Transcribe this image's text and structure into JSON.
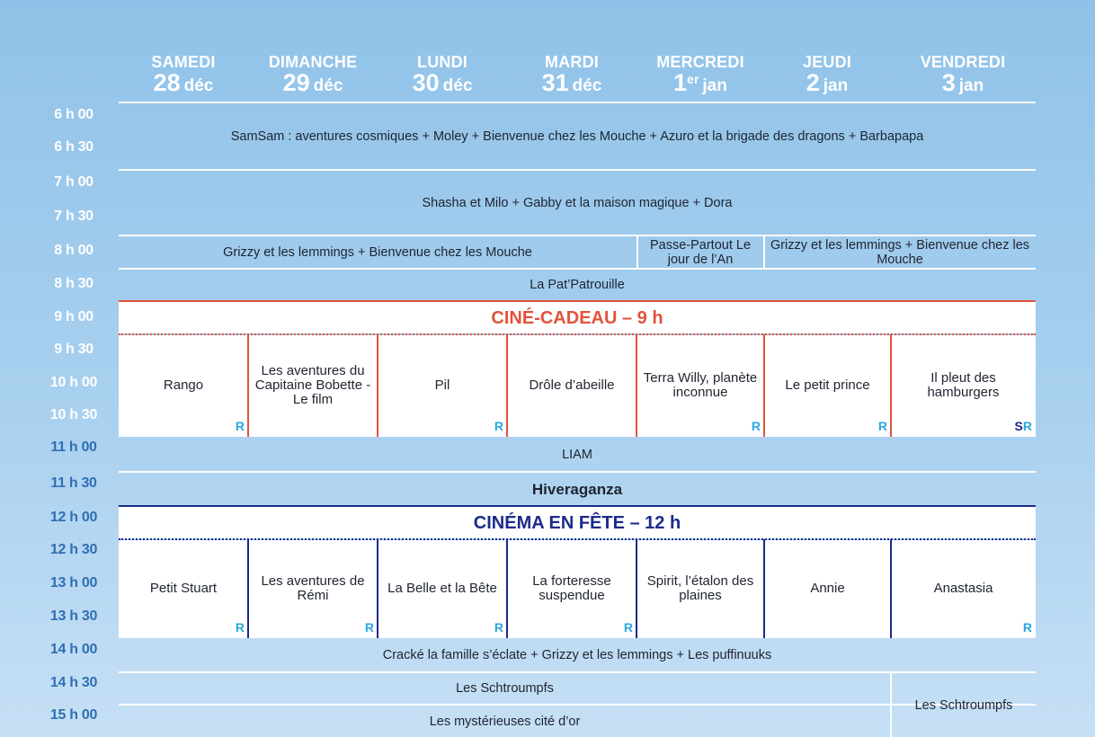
{
  "days": [
    {
      "name": "SAMEDI",
      "num": "28",
      "sup": "",
      "month": "déc"
    },
    {
      "name": "DIMANCHE",
      "num": "29",
      "sup": "",
      "month": "déc"
    },
    {
      "name": "LUNDI",
      "num": "30",
      "sup": "",
      "month": "déc"
    },
    {
      "name": "MARDI",
      "num": "31",
      "sup": "",
      "month": "déc"
    },
    {
      "name": "MERCREDI",
      "num": "1",
      "sup": "er",
      "month": "jan"
    },
    {
      "name": "JEUDI",
      "num": "2",
      "sup": "",
      "month": "jan"
    },
    {
      "name": "VENDREDI",
      "num": "3",
      "sup": "",
      "month": "jan"
    }
  ],
  "times": [
    "6 h 00",
    "6 h 30",
    "7 h 00",
    "7 h 30",
    "8 h 00",
    "8 h 30",
    "9 h 00",
    "9 h 30",
    "10 h 00",
    "10 h 30",
    "11 h 00",
    "11 h 30",
    "12 h 00",
    "12 h 30",
    "13 h 00",
    "13 h 30",
    "14 h 00",
    "14 h 30",
    "15 h 00"
  ],
  "programs": {
    "p_0600": "SamSam : aventures cosmiques + Moley + Bienvenue chez les Mouche + Azuro et la brigade des dragons + Barbapapa",
    "p_0700": "Shasha et Milo + Gabby et la maison magique + Dora",
    "p_0800_a": "Grizzy et les lemmings + Bienvenue chez les Mouche",
    "p_0800_b": "Passe-Partout Le jour de l’An",
    "p_0800_c": "Grizzy et les lemmings + Bienvenue chez les Mouche",
    "p_0830": "La Pat’Patrouille",
    "p_1100": "LIAM",
    "p_1130": "Hiveraganza",
    "p_1400": "Cracké la famille s’éclate + Grizzy et les lemmings + Les puffinuuks",
    "p_1430": "Les Schtroumpfs",
    "p_1500": "Les mystérieuses cité d’or",
    "p_1430_fri": "Les Schtroumpfs"
  },
  "cine_cadeau": {
    "title": "CINÉ-CADEAU – 9 h",
    "color": "#e0533b",
    "films": [
      {
        "title": "Rango",
        "badge": "R",
        "badge_s": ""
      },
      {
        "title": "Les aventures du Capitaine Bobette - Le film",
        "badge": "",
        "badge_s": ""
      },
      {
        "title": "Pil",
        "badge": "R",
        "badge_s": ""
      },
      {
        "title": "Drôle d’abeille",
        "badge": "",
        "badge_s": ""
      },
      {
        "title": "Terra Willy, planète inconnue",
        "badge": "R",
        "badge_s": ""
      },
      {
        "title": "Le petit prince",
        "badge": "R",
        "badge_s": ""
      },
      {
        "title": "Il pleut des hamburgers",
        "badge": "R",
        "badge_s": "S"
      }
    ]
  },
  "cinema_en_fete": {
    "title": "CINÉMA EN FÊTE – 12 h",
    "color": "#1c2a8a",
    "films": [
      {
        "title": "Petit Stuart",
        "badge": "R",
        "badge_s": ""
      },
      {
        "title": "Les aventures de Rémi",
        "badge": "R",
        "badge_s": ""
      },
      {
        "title": "La Belle et la Bête",
        "badge": "R",
        "badge_s": ""
      },
      {
        "title": "La forteresse suspendue",
        "badge": "R",
        "badge_s": ""
      },
      {
        "title": "Spirit, l’étalon des plaines",
        "badge": "",
        "badge_s": ""
      },
      {
        "title": "Annie",
        "badge": "",
        "badge_s": ""
      },
      {
        "title": "Anastasia",
        "badge": "R",
        "badge_s": ""
      }
    ]
  },
  "colors": {
    "rerun_badge": "#2aa7e0",
    "time_white": "#ffffff",
    "time_blue": "#2f6fb3"
  }
}
